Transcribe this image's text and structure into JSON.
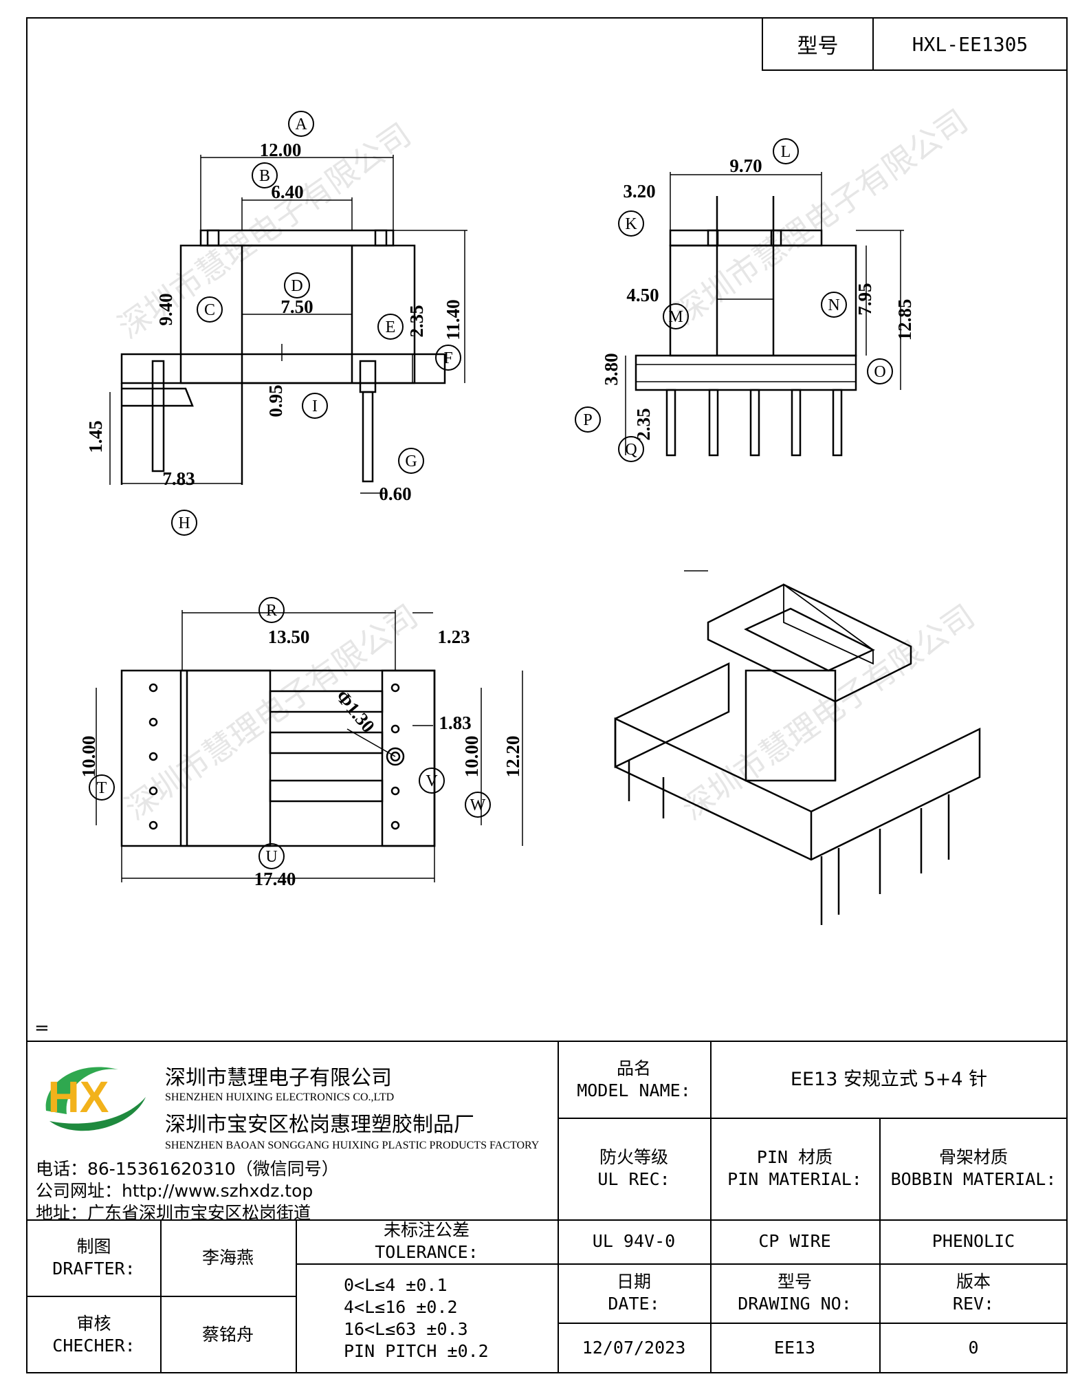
{
  "header": {
    "model_label": "型号",
    "model_value": "HXL-EE1305"
  },
  "watermark": "深圳市慧理电子有限公司",
  "views": {
    "front": {
      "dims": {
        "A": "12.00",
        "B": "6.40",
        "C": "9.40",
        "D": "7.50",
        "E": "2.35",
        "F": "11.40",
        "I": "0.95",
        "G": "0.60",
        "H": "7.83",
        "left": "1.45"
      },
      "labels": [
        "A",
        "B",
        "C",
        "D",
        "E",
        "F",
        "G",
        "H",
        "I"
      ]
    },
    "side": {
      "dims": {
        "L": "9.70",
        "K": "3.20",
        "M": "4.50",
        "N": "7.95",
        "O": "12.85",
        "P": "3.80",
        "Q": "2.35"
      },
      "labels": [
        "L",
        "K",
        "M",
        "N",
        "O",
        "P",
        "Q"
      ]
    },
    "bottom": {
      "dims": {
        "R": "13.50",
        "r2": "1.23",
        "hole": "Ф1.30",
        "v": "1.83",
        "T": "10.00",
        "V": "10.00",
        "W": "12.20",
        "U": "17.40"
      },
      "labels": [
        "R",
        "T",
        "U",
        "V",
        "W"
      ]
    }
  },
  "eq_mark": "=",
  "titleblock": {
    "company_cn": "深圳市慧理电子有限公司",
    "company_en": "SHENZHEN HUIXING ELECTRONICS CO.,LTD",
    "factory_cn": "深圳市宝安区松岗惠理塑胶制品厂",
    "factory_en": "SHENZHEN BAOAN SONGGANG HUIXING PLASTIC PRODUCTS FACTORY",
    "logo_text": "HX",
    "phone": "电话：86-15361620310（微信同号）",
    "website": "公司网址：http://www.szhxdz.top",
    "address": "地址：广东省深圳市宝安区松岗街道",
    "model_name_cn": "品名",
    "model_name_en": "MODEL NAME:",
    "model_name_value": "EE13 安规立式 5+4 针",
    "ul_cn": "防火等级",
    "ul_en": "UL REC:",
    "pin_cn": "PIN 材质",
    "pin_en": "PIN MATERIAL:",
    "bobbin_cn": "骨架材质",
    "bobbin_en": "BOBBIN MATERIAL:",
    "ul_value": "UL 94V-0",
    "pin_value": "CP WIRE",
    "bobbin_value": "PHENOLIC",
    "drafter_cn": "制图",
    "drafter_en": "DRAFTER:",
    "drafter_name": "李海燕",
    "checker_cn": "审核",
    "checker_en": "CHECHER:",
    "checker_name": "蔡铭舟",
    "tolerance_cn": "未标注公差",
    "tolerance_en": "TOLERANCE:",
    "tolerance_lines": [
      "0<L≤4  ±0.1",
      "4<L≤16 ±0.2",
      "16<L≤63 ±0.3",
      "PIN PITCH ±0.2"
    ],
    "date_cn": "日期",
    "date_en": "DATE:",
    "drawing_cn": "型号",
    "drawing_en": "DRAWING NO:",
    "rev_cn": "版本",
    "rev_en": "REV:",
    "date_value": "12/07/2023",
    "drawing_value": "EE13",
    "rev_value": "0"
  }
}
